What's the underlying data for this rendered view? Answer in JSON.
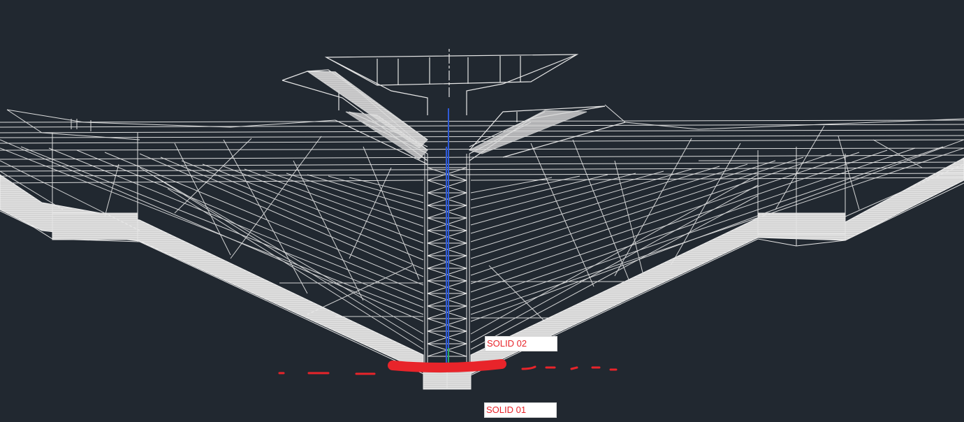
{
  "viewport": {
    "background_color": "#212830",
    "wire_color": "#e6e6e6",
    "axis_color": "#2f5bd8",
    "axis_secondary_color": "#22c04a",
    "highlight_color": "#e8242a"
  },
  "labels": [
    {
      "id": "solid-02",
      "text": "SOLID 02"
    },
    {
      "id": "solid-01",
      "text": "SOLID 01"
    }
  ],
  "annotations": {
    "highlight_curve": "red-markup-curve",
    "dashed_line": "red-dashed-markup-line"
  }
}
